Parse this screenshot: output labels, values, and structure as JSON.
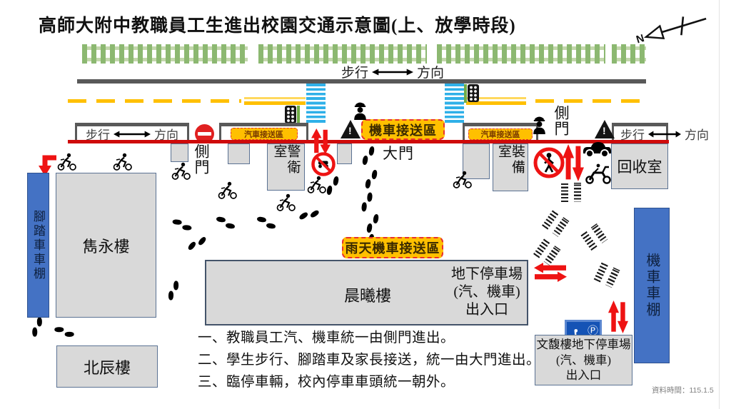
{
  "title": "高師大附中教職員工生進出校園交通示意圖(上、放學時段)",
  "compass_label": "N",
  "walk": {
    "prefix": "步行",
    "suffix": "方向"
  },
  "zones": {
    "car_pickup": "汽車接送區",
    "moto_pickup": "機車接送區",
    "rain_moto_pickup": "雨天機車接送區"
  },
  "gates": {
    "side": "側門",
    "main": "大門"
  },
  "rooms": {
    "guard": "警衛室",
    "equipment": "裝備室",
    "recycle": "回收室"
  },
  "buildings": {
    "bike_shed": "腳踏車車棚",
    "juanyong": "雋永樓",
    "chenxi": "晨曦樓",
    "beichen": "北辰樓",
    "moto_shed": "機車車棚"
  },
  "parking_entrance": {
    "line1": "地下停車場",
    "line2": "(汽、機車)",
    "line3": "出入口"
  },
  "wenfu_parking": {
    "line1": "文馥樓地下停車場",
    "line2": "(汽、機車)",
    "line3": "出入口"
  },
  "notes": [
    "一、教職員工汽、機車統一由側門進出。",
    "二、學生步行、腳踏車及家長接送，統一由大門進出。",
    "三、臨停車輛，校內停車車頭統一朝外。"
  ],
  "footer": "資料時間：115.1.5",
  "icons": {
    "wheelchair": "♿",
    "parking": "Ⓟ",
    "warning_exclaim": "!"
  },
  "colors": {
    "red_line": "#cf0a0a",
    "arrow_red": "#ee1313",
    "orange_zone": "#ffc000",
    "zone_border": "#e8322e",
    "road_yellow": "#ffc000",
    "crosswalk_blue": "#2fb0e8",
    "hedge_green": "#8cb871",
    "building_gray": "#d9d9d9",
    "blue_shed": "#4472c4"
  }
}
